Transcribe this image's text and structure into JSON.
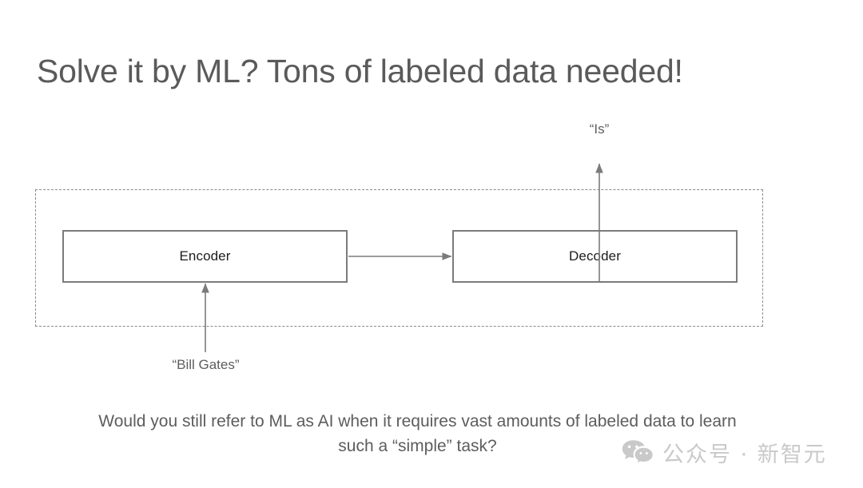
{
  "slide": {
    "title": "Solve it by ML? Tons of labeled data needed!",
    "background_color": "#ffffff",
    "title_color": "#5a5a5a"
  },
  "diagram": {
    "type": "encoder-decoder-block-diagram",
    "dashed_container": {
      "name": "model-boundary",
      "border_color": "#8a8a8a",
      "style": "dashed"
    },
    "blocks": [
      {
        "id": "encoder",
        "label": "Encoder",
        "border_color": "#7b7b7b",
        "fill": "#ffffff"
      },
      {
        "id": "decoder",
        "label": "Decoder",
        "border_color": "#7b7b7b",
        "fill": "#ffffff"
      }
    ],
    "arrows": [
      {
        "id": "input-to-encoder",
        "direction": "up",
        "color": "#7b7b7b"
      },
      {
        "id": "encoder-to-decoder",
        "direction": "right",
        "color": "#7b7b7b"
      },
      {
        "id": "decoder-to-output",
        "direction": "up",
        "color": "#7b7b7b"
      }
    ],
    "labels": {
      "input": "“Bill Gates”",
      "output": "“Is”",
      "color": "#5d5d5d"
    }
  },
  "caption": {
    "line1": "Would you still refer to ML as AI when it requires vast amounts of labeled data to learn",
    "line2": "such a “simple” task?",
    "color": "#5d5d5d"
  },
  "watermark": {
    "icon": "wechat-logo-icon",
    "text": "公众号 · 新智元",
    "color": "#c9c9c9"
  }
}
